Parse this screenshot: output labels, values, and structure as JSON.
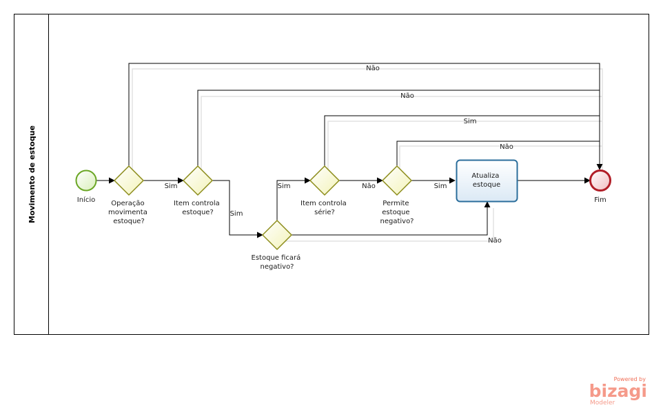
{
  "pool": {
    "lane_title": "Movimento de estoque"
  },
  "events": {
    "start": "Início",
    "end": "Fim"
  },
  "gateways": {
    "g1": [
      "Operação",
      "movimenta",
      "estoque?"
    ],
    "g2": [
      "Item controla",
      "estoque?"
    ],
    "g3": [
      "Estoque ficará",
      "negativo?"
    ],
    "g4": [
      "Item controla",
      "série?"
    ],
    "g5": [
      "Permite",
      "estoque",
      "negativo?"
    ]
  },
  "task": {
    "lines": [
      "Atualiza",
      "estoque"
    ]
  },
  "flow_labels": {
    "nao_top": "Não",
    "nao_second": "Não",
    "sim_third": "Sim",
    "nao_fourth": "Não",
    "sim_g1_g2": "Sim",
    "sim_g2_g3": "Sim",
    "sim_g3_g4": "Sim",
    "nao_g4_g5": "Não",
    "sim_g5_task": "Sim",
    "nao_g3_task": "Não"
  },
  "watermark": {
    "powered": "Powered by",
    "brand": "bizagi",
    "product": "Modeler"
  },
  "colors": {
    "start_stroke": "#6aa624",
    "start_fill": "#eef7de",
    "end_stroke": "#b11e27",
    "end_fill": "#f6d6d7",
    "gateway_stroke": "#8c8c1a",
    "gateway_fill": "#fbfbd6",
    "task_stroke": "#2a6d9b",
    "task_fill": "#e9f2f9",
    "watermark": "#f06e56"
  }
}
